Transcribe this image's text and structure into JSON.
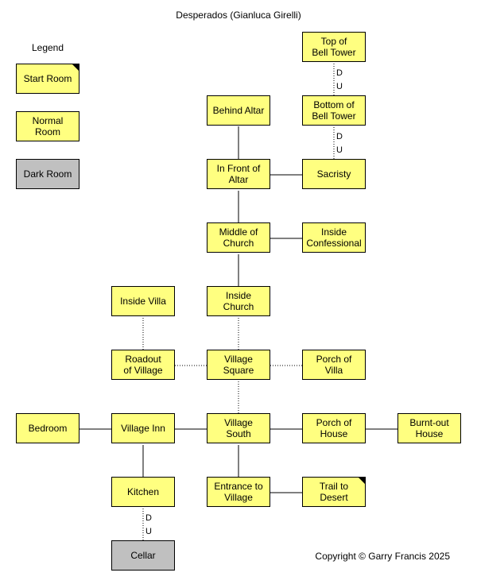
{
  "title": "Desperados (Gianluca Girelli)",
  "legend": {
    "heading": "Legend",
    "start": "Start Room",
    "normal": "Normal\nRoom",
    "dark": "Dark Room"
  },
  "rooms": {
    "top_bell": "Top of\nBell Tower",
    "bottom_bell": "Bottom of\nBell Tower",
    "behind_altar": "Behind Altar",
    "front_altar": "In Front of\nAltar",
    "sacristy": "Sacristy",
    "middle_church": "Middle of\nChurch",
    "confessional": "Inside\nConfessional",
    "inside_villa": "Inside Villa",
    "inside_church": "Inside\nChurch",
    "roadout": "Roadout\nof Village",
    "village_square": "Village\nSquare",
    "porch_villa": "Porch of\nVilla",
    "bedroom": "Bedroom",
    "village_inn": "Village Inn",
    "village_south": "Village\nSouth",
    "porch_house": "Porch of\nHouse",
    "burnt_house": "Burnt-out\nHouse",
    "kitchen": "Kitchen",
    "entrance_village": "Entrance to\nVillage",
    "trail_desert": "Trail to\nDesert",
    "cellar": "Cellar"
  },
  "connectors": {
    "bell_down": "D",
    "bell_up": "U",
    "sacristy_down": "D",
    "sacristy_up": "U",
    "kitchen_down": "D",
    "kitchen_up": "U"
  },
  "copyright": "Copyright © Garry Francis 2025"
}
